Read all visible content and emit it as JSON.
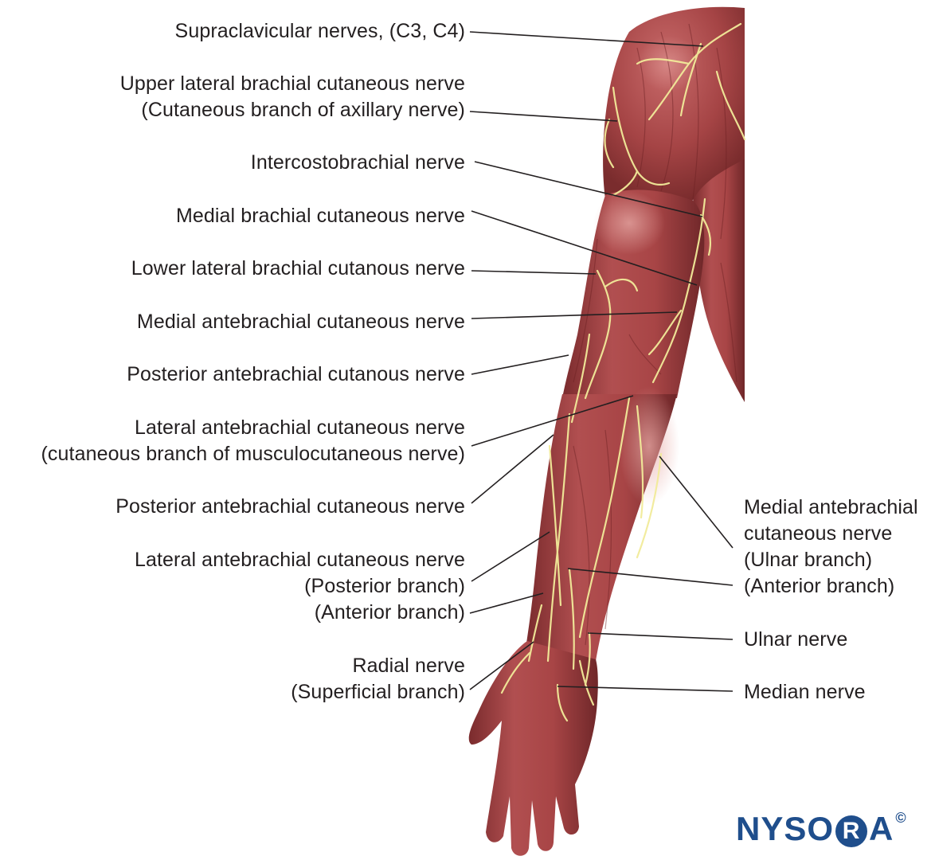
{
  "labels": {
    "supraclavicular": "Supraclavicular nerves, (C3, C4)",
    "upper_lateral": "Upper lateral brachial cutaneous nerve\n(Cutaneous branch of axillary nerve)",
    "intercostobrachial": "Intercostobrachial nerve",
    "medial_brachial": "Medial brachial cutaneous nerve",
    "lower_lateral": "Lower lateral brachial cutanous nerve",
    "medial_antebrachial": "Medial antebrachial cutaneous nerve",
    "posterior_antebrachial_1": "Posterior antebrachial cutanous nerve",
    "lateral_antebrachial_mc": "Lateral antebrachial cutaneous nerve\n(cutaneous branch of musculocutaneous nerve)",
    "posterior_antebrachial_2": "Posterior antebrachial cutaneous nerve",
    "lateral_antebrachial_branches": "Lateral antebrachial cutaneous nerve\n(Posterior branch)\n(Anterior branch)",
    "radial_superficial": "Radial nerve\n(Superficial branch)",
    "medial_antebrachial_branches": "Medial antebrachial\ncutaneous nerve\n(Ulnar branch)\n(Anterior branch)",
    "ulnar": "Ulnar nerve",
    "median": "Median nerve"
  },
  "logo": {
    "prefix": "NYSO",
    "ring_letter": "R",
    "suffix": "A",
    "mark": "©"
  },
  "colors": {
    "skin": "#a8484a",
    "skin_dark": "#6e2628",
    "nerve": "#f2eb9a",
    "leader": "#231f20",
    "brand": "#1f4e8c"
  }
}
